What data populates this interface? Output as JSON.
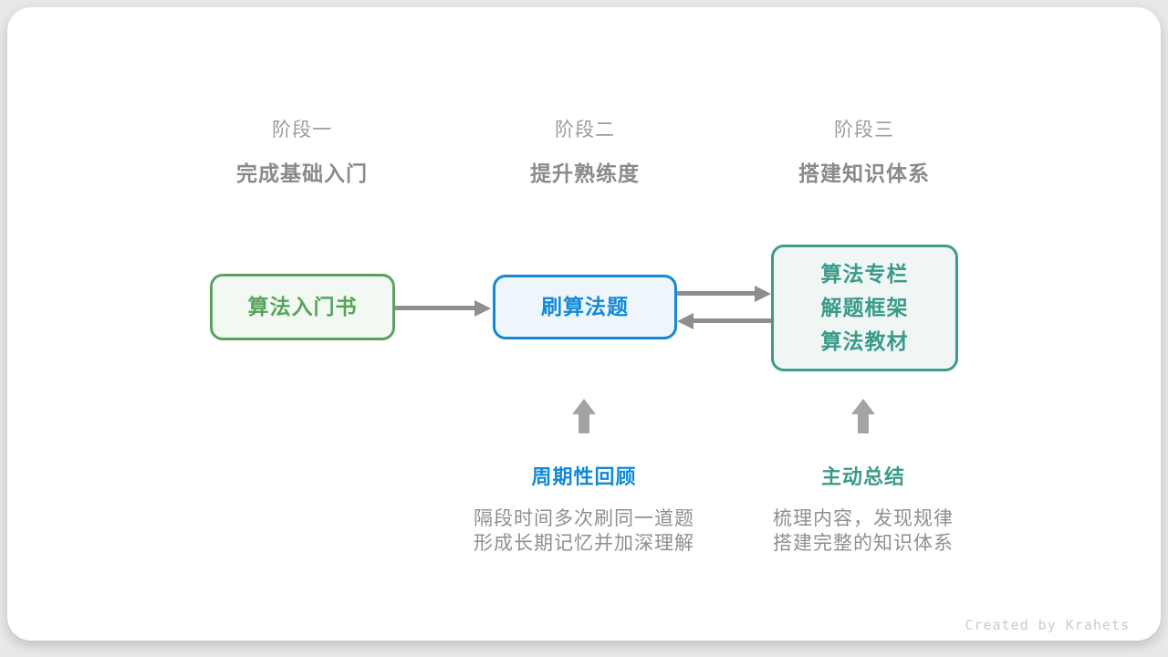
{
  "canvas": {
    "background": "#e9e9e9",
    "card_background": "#ffffff"
  },
  "stages": [
    {
      "label": "阶段一",
      "subtitle": "完成基础入门"
    },
    {
      "label": "阶段二",
      "subtitle": "提升熟练度"
    },
    {
      "label": "阶段三",
      "subtitle": "搭建知识体系"
    }
  ],
  "nodes": [
    {
      "lines": [
        "算法入门书"
      ],
      "text_color": "#56a35b",
      "border_color": "#5aa25e",
      "background": "#f2f8f2"
    },
    {
      "lines": [
        "刷算法题"
      ],
      "text_color": "#1389d6",
      "border_color": "#1488d0",
      "background": "#eef6fc"
    },
    {
      "lines": [
        "算法专栏",
        "解题框架",
        "算法教材"
      ],
      "text_color": "#3a9b8a",
      "border_color": "#3d9c8b",
      "background": "#eff6f4"
    }
  ],
  "connectors": {
    "arrow_color": "#8e8e8e",
    "up_arrow_color": "#a4a4a4"
  },
  "annotations": [
    {
      "title": "周期性回顾",
      "title_color": "#1389d6",
      "desc_lines": [
        "隔段时间多次刷同一道题",
        "形成长期记忆并加深理解"
      ]
    },
    {
      "title": "主动总结",
      "title_color": "#3a9b8a",
      "desc_lines": [
        "梳理内容，发现规律",
        "搭建完整的知识体系"
      ]
    }
  ],
  "credit": "Created by Krahets"
}
